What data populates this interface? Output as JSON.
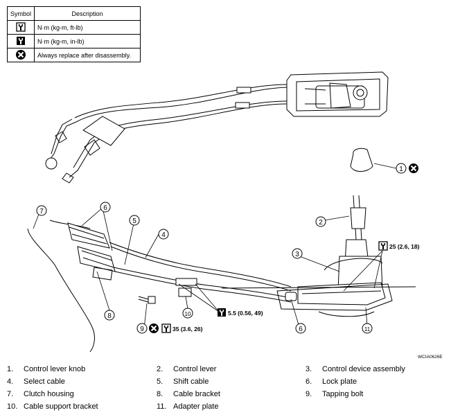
{
  "legend": {
    "header_symbol": "Symbol",
    "header_description": "Description",
    "rows": [
      {
        "icon": "torque-wrench-icon",
        "description": "N·m (kg-m, ft-lb)"
      },
      {
        "icon": "torque-wrench-filled-icon",
        "description": "N·m (kg-m, in-lb)"
      },
      {
        "icon": "replace-x-icon",
        "description": "Always replace after disassembly."
      }
    ]
  },
  "callouts": {
    "c1": "1",
    "c2": "2",
    "c3": "3",
    "c4": "4",
    "c5": "5",
    "c6a": "6",
    "c6b": "6",
    "c7": "7",
    "c8": "8",
    "c9": "9",
    "c10": "10",
    "c11": "11"
  },
  "torques": {
    "t_adapter": "25 (2.6, 18)",
    "t_bracket": "5.5 (0.56, 49)",
    "t_bolt": "35 (3.6, 26)"
  },
  "figure_code": "WCIA0626E",
  "parts": [
    {
      "num": "1.",
      "name": "Control lever knob"
    },
    {
      "num": "2.",
      "name": "Control lever"
    },
    {
      "num": "3.",
      "name": "Control device assembly"
    },
    {
      "num": "4.",
      "name": "Select cable"
    },
    {
      "num": "5.",
      "name": "Shift cable"
    },
    {
      "num": "6.",
      "name": "Lock plate"
    },
    {
      "num": "7.",
      "name": "Clutch housing"
    },
    {
      "num": "8.",
      "name": "Cable bracket"
    },
    {
      "num": "9.",
      "name": "Tapping bolt"
    },
    {
      "num": "10.",
      "name": "Cable support bracket"
    },
    {
      "num": "11.",
      "name": "Adapter plate"
    }
  ]
}
